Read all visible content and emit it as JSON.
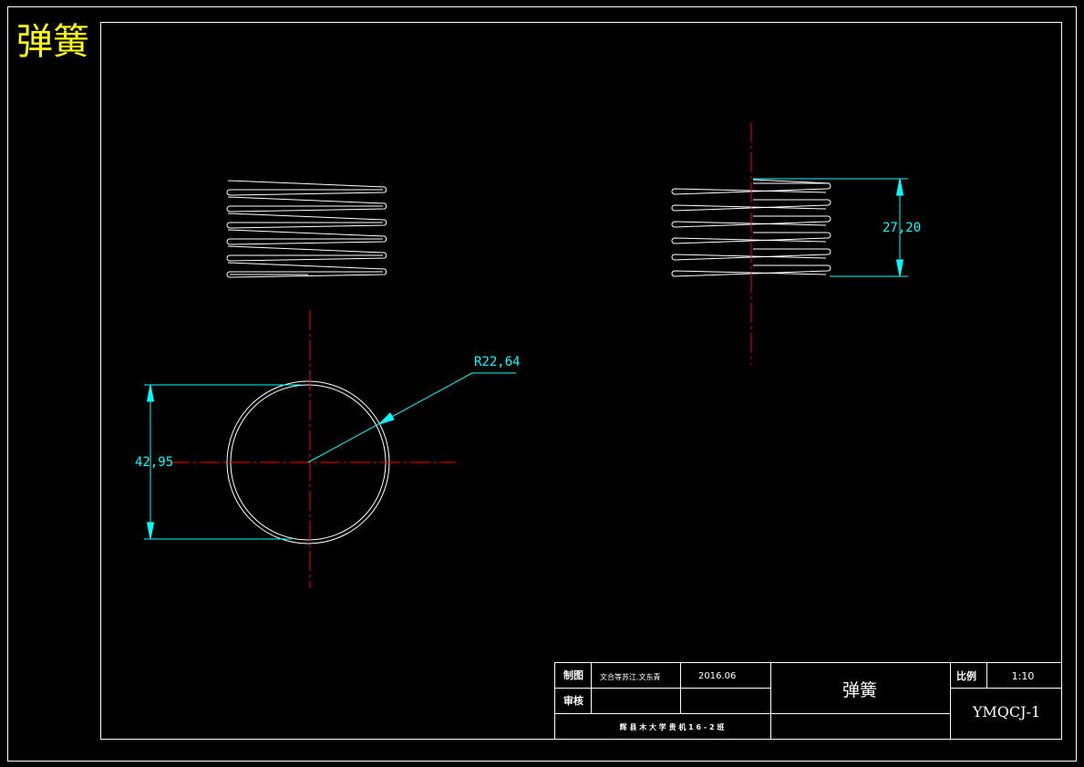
{
  "sheet": {
    "corner_title": "弹簧",
    "colors": {
      "background": "#000000",
      "outline": "#ffffff",
      "title": "#ffff00",
      "dimension": "#00ffff",
      "centerline": "#ff0000"
    }
  },
  "dimensions": {
    "side_view_height": "27,20",
    "circle_radius": "R22,64",
    "circle_diameter": "42,95"
  },
  "title_block": {
    "drawn_label": "制图",
    "drawn_by": "文合等苏江.文东青",
    "date": "2016.06",
    "checked_label": "审核",
    "part_name": "弹簧",
    "scale_label": "比例",
    "scale_value": "1:10",
    "drawing_number": "YMQCJ-1",
    "organization": "辉 县 木 大 学 贵 机 1 6 - 2 班"
  }
}
